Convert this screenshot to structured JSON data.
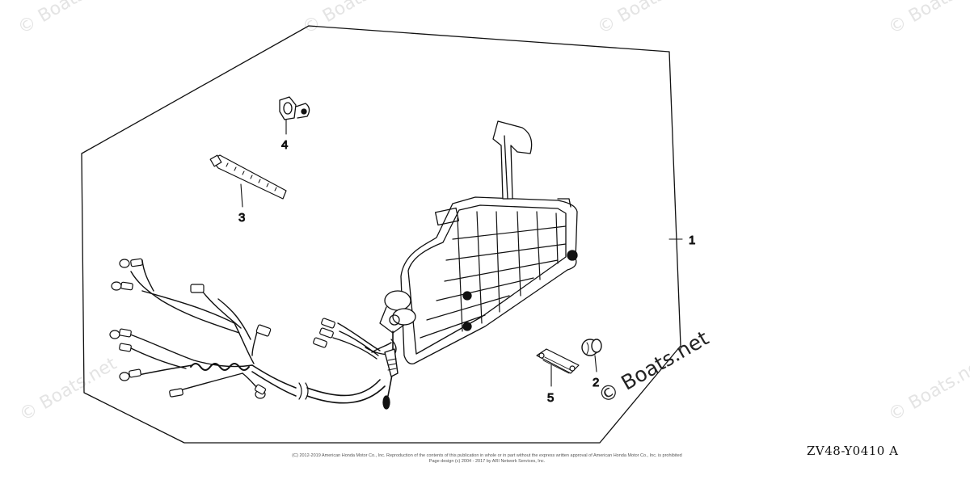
{
  "diagram": {
    "part_labels": [
      "1",
      "2",
      "3",
      "4",
      "5"
    ],
    "diagram_code": "ZV48-Y0410 A"
  },
  "watermark": {
    "text": "© Boats.net",
    "corner_text": "© Boats.net"
  },
  "copyright": {
    "line1": "(C) 2012-2019 American Honda Motor Co., Inc. Reproduction of the contents of this publication in whole or in part without the express written approval of American Honda Motor Co., Inc. is prohibited",
    "line2": "Page design (c) 2004 - 2017 by ARI Network Services, Inc."
  }
}
